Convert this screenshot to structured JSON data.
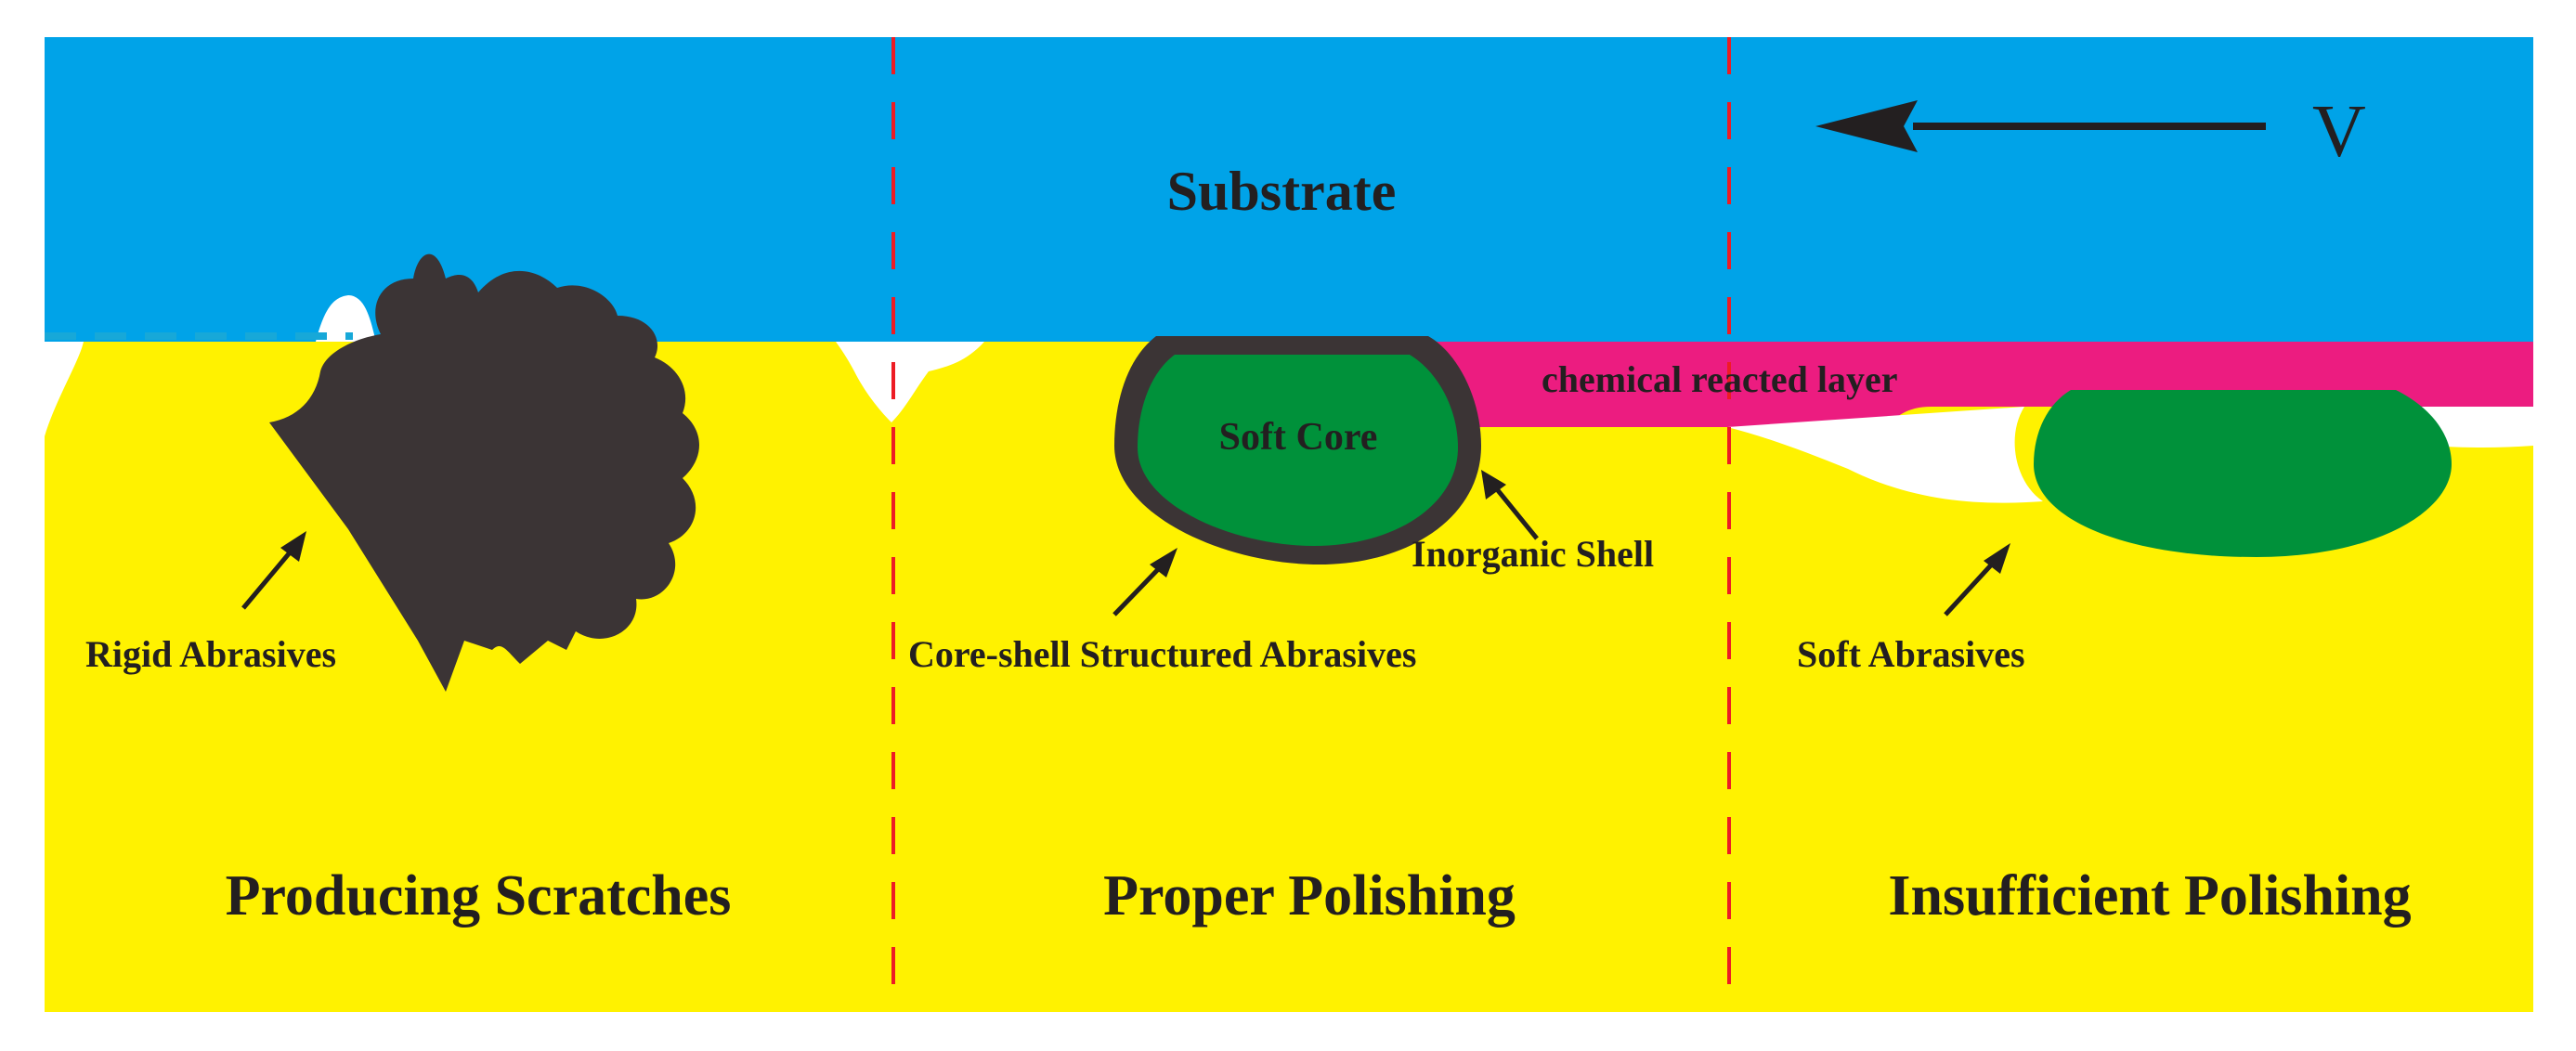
{
  "diagram": {
    "substrate_label": "Substrate",
    "velocity_label": "V",
    "chemical_layer_label": "chemical reacted layer",
    "panels": [
      {
        "title": "Producing Scratches",
        "abrasive_label": "Rigid Abrasives"
      },
      {
        "title": "Proper Polishing",
        "abrasive_label": "Core-shell Structured Abrasives",
        "core_label": "Soft Core",
        "shell_label": "Inorganic Shell"
      },
      {
        "title": "Insufficient Polishing",
        "abrasive_label": "Soft Abrasives"
      }
    ]
  },
  "colors": {
    "substrate": "#00a3e8",
    "pad": "#fff200",
    "chemical_layer": "#ec1c80",
    "rigid_abrasive": "#3b3435",
    "soft_core": "#00913a",
    "shell": "#3b3435",
    "divider": "#ed1c24",
    "text": "#231f20"
  }
}
